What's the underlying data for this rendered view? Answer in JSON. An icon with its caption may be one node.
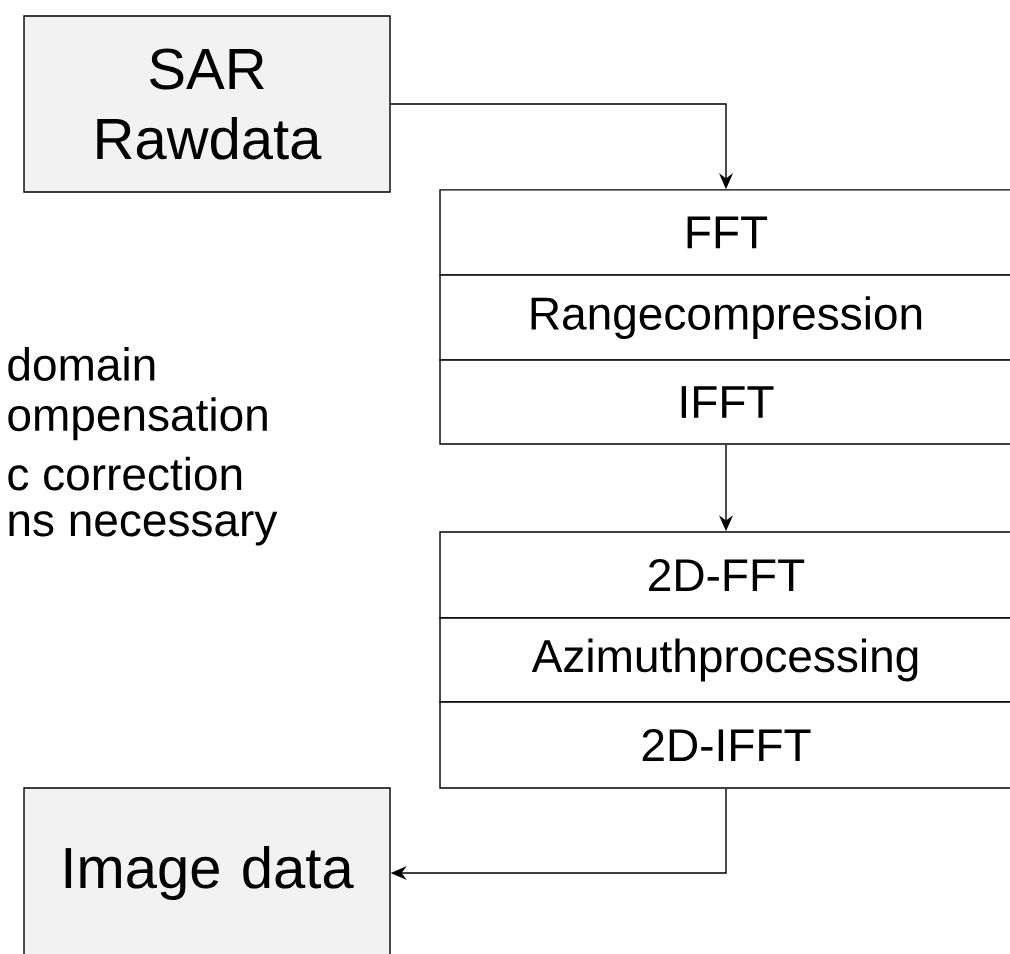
{
  "diagram": {
    "nodes": [
      {
        "text": [
          "SAR Rawdata"
        ]
      },
      {
        "text": [
          "FFT"
        ]
      },
      {
        "text": [
          "Rangecompression"
        ]
      },
      {
        "text": [
          "IFFT"
        ]
      },
      {
        "text": [
          "2D-FFT"
        ]
      },
      {
        "text": [
          "Azimuthprocessing"
        ]
      },
      {
        "text": [
          "2D-IFFT"
        ]
      },
      {
        "text": [
          "Image data"
        ]
      }
    ],
    "edges": [
      {
        "from": 0,
        "to": 1,
        "arrow": "to"
      },
      {
        "from": 3,
        "to": 4,
        "arrow": "to"
      },
      {
        "from": 6,
        "to": 7,
        "arrow": "to"
      }
    ],
    "labels": [
      "domain",
      "ompensation",
      "c correction",
      "ns necessary"
    ]
  }
}
